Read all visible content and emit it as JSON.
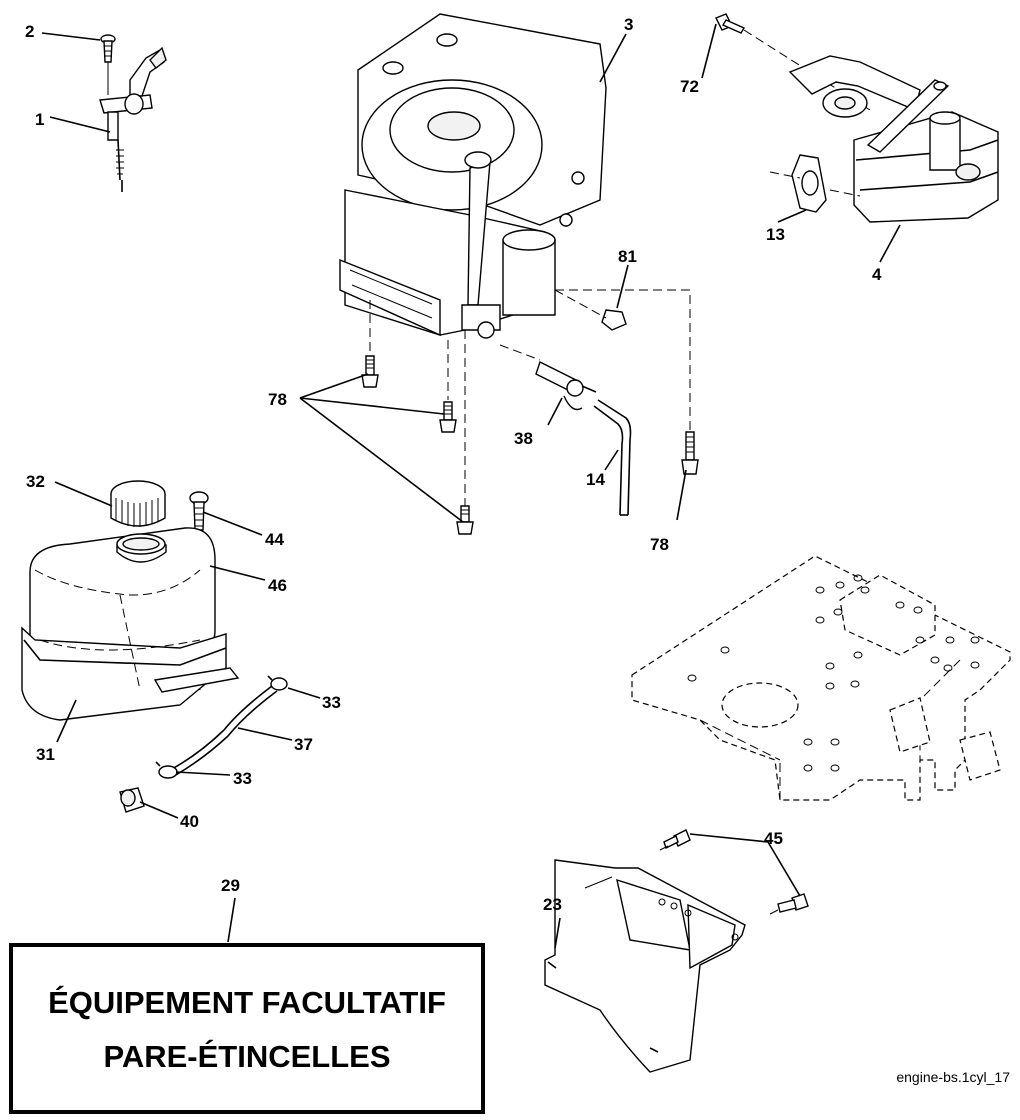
{
  "callouts": {
    "c1": "1",
    "c2": "2",
    "c3": "3",
    "c4": "4",
    "c13": "13",
    "c14": "14",
    "c23": "23",
    "c29": "29",
    "c31": "31",
    "c32": "32",
    "c33a": "33",
    "c33b": "33",
    "c37": "37",
    "c38": "38",
    "c40": "40",
    "c44": "44",
    "c45": "45",
    "c46": "46",
    "c72": "72",
    "c78a": "78",
    "c78b": "78",
    "c81": "81"
  },
  "optional_box": {
    "line1": "ÉQUIPEMENT FACULTATIF",
    "line2": "PARE-ÉTINCELLES"
  },
  "caption": "engine-bs.1cyl_17"
}
